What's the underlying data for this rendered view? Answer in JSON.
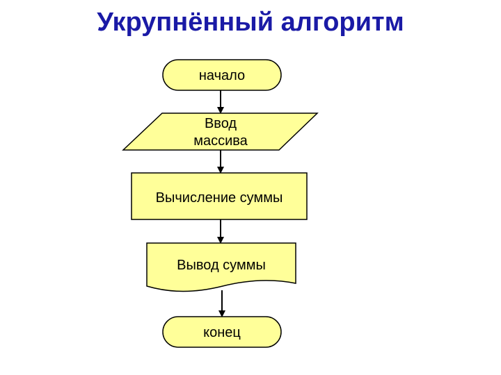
{
  "title": "Укрупнённый алгоритм",
  "colors": {
    "title": "#1a1aa6",
    "node_fill": "#ffff99",
    "node_stroke": "#000000",
    "arrow": "#000000"
  },
  "flowchart": {
    "start": {
      "shape": "terminator",
      "label": "начало"
    },
    "input": {
      "shape": "parallelogram",
      "label_line1": "Ввод",
      "label_line2": "массива"
    },
    "process": {
      "shape": "rectangle",
      "label": "Вычисление суммы"
    },
    "output": {
      "shape": "document",
      "label": "Вывод суммы"
    },
    "end": {
      "shape": "terminator",
      "label": "конец"
    }
  }
}
